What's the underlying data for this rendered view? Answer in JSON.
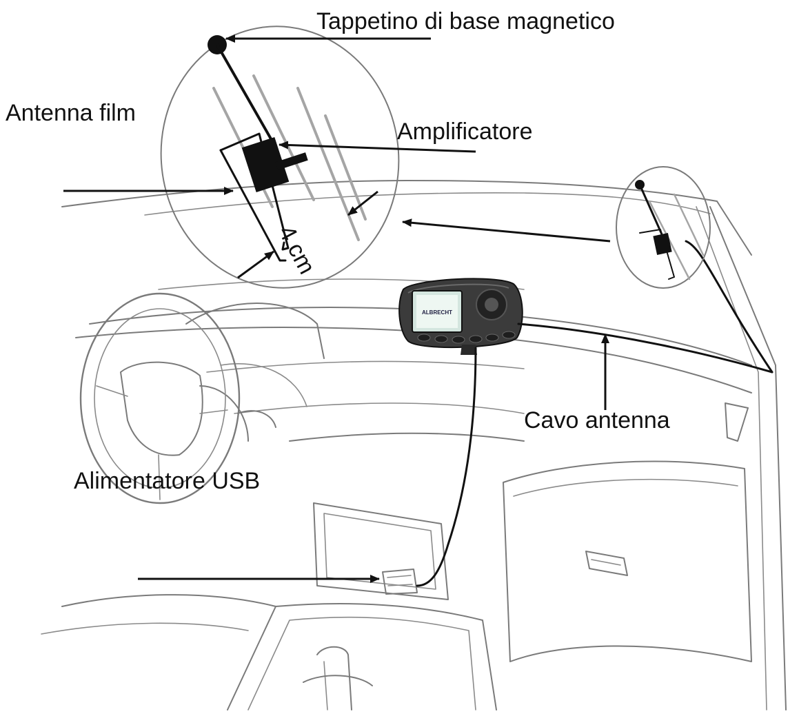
{
  "labels": {
    "tappetino": "Tappetino di base magnetico",
    "antenna_film": "Antenna film",
    "amplificatore": "Amplificatore",
    "distanza": "4 cm",
    "cavo_antenna": "Cavo antenna",
    "alimentatore": "Alimentatore USB"
  },
  "device": {
    "brand": "ALBRECHT"
  },
  "colors": {
    "ink": "#111111",
    "line_art": "#8a8a8a",
    "glass_lines": "#a5a5a5",
    "background": "#ffffff"
  }
}
